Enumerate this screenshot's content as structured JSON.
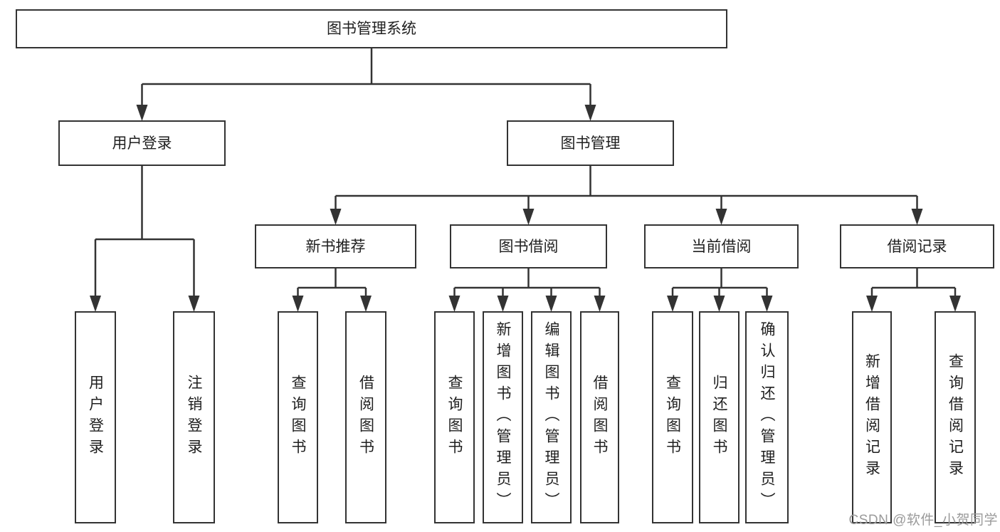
{
  "colors": {
    "line": "#333333",
    "text": "#1f1f1f",
    "watermark": "#9a9a9a",
    "boxbg": "#ffffff"
  },
  "tree": {
    "root": {
      "label": "图书管理系统",
      "children": [
        {
          "label": "用户登录",
          "children": [
            {
              "label": "用户登录"
            },
            {
              "label": "注销登录"
            }
          ]
        },
        {
          "label": "图书管理",
          "children": [
            {
              "label": "新书推荐",
              "children": [
                {
                  "label": "查询图书"
                },
                {
                  "label": "借阅图书"
                }
              ]
            },
            {
              "label": "图书借阅",
              "children": [
                {
                  "label": "查询图书"
                },
                {
                  "label": "新增图书（管理员）"
                },
                {
                  "label": "编辑图书（管理员）"
                },
                {
                  "label": "借阅图书"
                }
              ]
            },
            {
              "label": "当前借阅",
              "children": [
                {
                  "label": "查询图书"
                },
                {
                  "label": "归还图书"
                },
                {
                  "label": "确认归还（管理员）"
                }
              ]
            },
            {
              "label": "借阅记录",
              "children": [
                {
                  "label": "新增借阅记录"
                },
                {
                  "label": "查询借阅记录"
                }
              ]
            }
          ]
        }
      ]
    }
  },
  "watermark": {
    "text": "CSDN @软件_小贺同学"
  }
}
